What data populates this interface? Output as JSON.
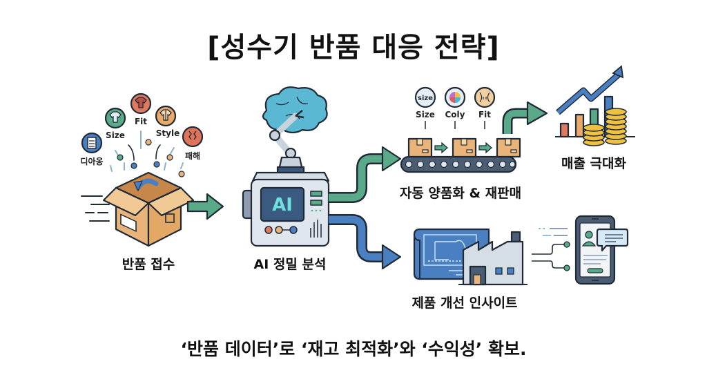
{
  "title": "[성수기 반품 대응 전략]",
  "steps": {
    "intake": {
      "label": "반품 접수",
      "reasons": [
        {
          "label": "디아옹",
          "icon": "document-icon",
          "color": "#4a7fc1"
        },
        {
          "label": "Size",
          "icon": "tshirt-icon",
          "color": "#5aaa8a"
        },
        {
          "label": "Fit",
          "icon": "tshirt-icon",
          "color": "#e07a5f"
        },
        {
          "label": "Style",
          "icon": "shirt-icon",
          "color": "#e8a96a"
        },
        {
          "label": "패해",
          "icon": "damage-icon",
          "color": "#e0745a"
        }
      ]
    },
    "analysis": {
      "label": "AI 정밀 분석",
      "screen_text": "AI"
    },
    "resale": {
      "label": "자동 양품화 & 재판매",
      "checks": [
        {
          "label": "Size",
          "icon_text": "size"
        },
        {
          "label": "Coly",
          "icon": "color-wheel-icon"
        },
        {
          "label": "Fit",
          "icon": "fit-icon"
        }
      ]
    },
    "revenue": {
      "label": "매출 극대화"
    },
    "insight": {
      "label": "제품 개선 인사이트"
    }
  },
  "tagline": "‘반품 데이터’로 ‘재고 최적화’와 ‘수익성’ 확보.",
  "colors": {
    "green": "#5aaa8a",
    "blue": "#4a7fc1",
    "box": "#e8b47a",
    "outline": "#1f2a36",
    "conveyor": "#4b5d73"
  }
}
